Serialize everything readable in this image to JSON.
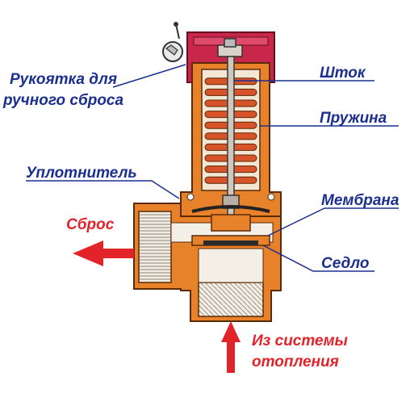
{
  "labels": {
    "handle_line1": "Рукоятка для",
    "handle_line2": "ручного сброса",
    "stem": "Шток",
    "spring": "Пружина",
    "seal": "Уплотнитель",
    "membrane": "Мембрана",
    "discharge": "Сброс",
    "seat": "Седло",
    "inlet_line1": "Из системы",
    "inlet_line2": "отопления"
  },
  "colors": {
    "body": "#e8822a",
    "body_dark": "#b85a12",
    "cap": "#c8264a",
    "leader": "#1a2f8f",
    "arrow": "#e2232a",
    "spring": "#d9532a"
  }
}
